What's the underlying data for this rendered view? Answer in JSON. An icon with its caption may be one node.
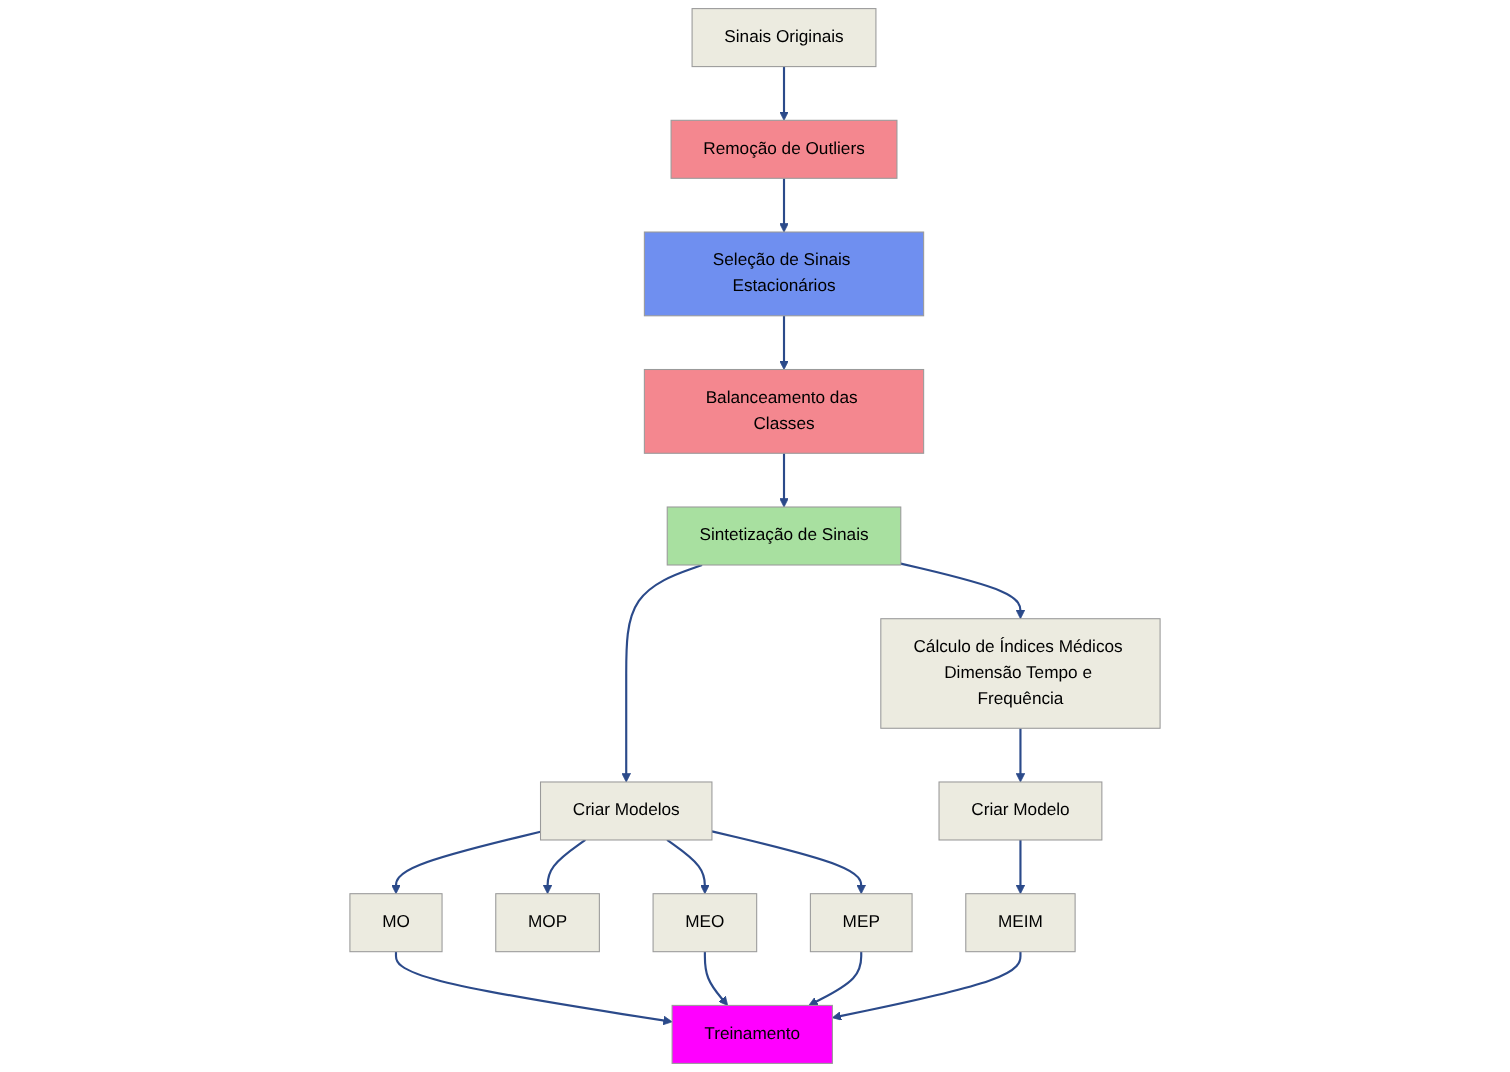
{
  "diagram": {
    "nodes": [
      {
        "text": [
          "Sinais Originais"
        ]
      },
      {
        "text": [
          "Remoção de Outliers"
        ]
      },
      {
        "text": [
          "Seleção de Sinais Estacionários"
        ]
      },
      {
        "text": [
          "Balanceamento das Classes"
        ]
      },
      {
        "text": [
          "Sintetização de Sinais"
        ]
      },
      {
        "text": [
          "Cálculo de Índices Médicos Dimensão Tempo e Frequência"
        ]
      },
      {
        "text": [
          "Criar Modelos"
        ]
      },
      {
        "text": [
          "MO"
        ]
      },
      {
        "text": [
          "MOP"
        ]
      },
      {
        "text": [
          "MEO"
        ]
      },
      {
        "text": [
          "MEP"
        ]
      },
      {
        "text": [
          "MEIM"
        ]
      },
      {
        "text": [
          "Criar Modelo"
        ]
      },
      {
        "text": [
          "Treinamento"
        ]
      }
    ],
    "edges": [
      {
        "from": 0,
        "to": 1,
        "arrow": "to"
      },
      {
        "from": 1,
        "to": 2,
        "arrow": "to"
      },
      {
        "from": 2,
        "to": 3,
        "arrow": "to"
      },
      {
        "from": 3,
        "to": 4,
        "arrow": "to"
      },
      {
        "from": 4,
        "to": 6,
        "arrow": "to"
      },
      {
        "from": 4,
        "to": 5,
        "arrow": "to"
      },
      {
        "from": 5,
        "to": 12,
        "arrow": "to"
      },
      {
        "from": 12,
        "to": 11,
        "arrow": "to"
      },
      {
        "from": 6,
        "to": 7,
        "arrow": "to"
      },
      {
        "from": 6,
        "to": 8,
        "arrow": "to"
      },
      {
        "from": 6,
        "to": 9,
        "arrow": "to"
      },
      {
        "from": 6,
        "to": 10,
        "arrow": "to"
      },
      {
        "from": 7,
        "to": 13,
        "arrow": "to"
      },
      {
        "from": 9,
        "to": 13,
        "arrow": "to"
      },
      {
        "from": 10,
        "to": 13,
        "arrow": "to"
      },
      {
        "from": 11,
        "to": 13,
        "arrow": "to"
      }
    ]
  }
}
